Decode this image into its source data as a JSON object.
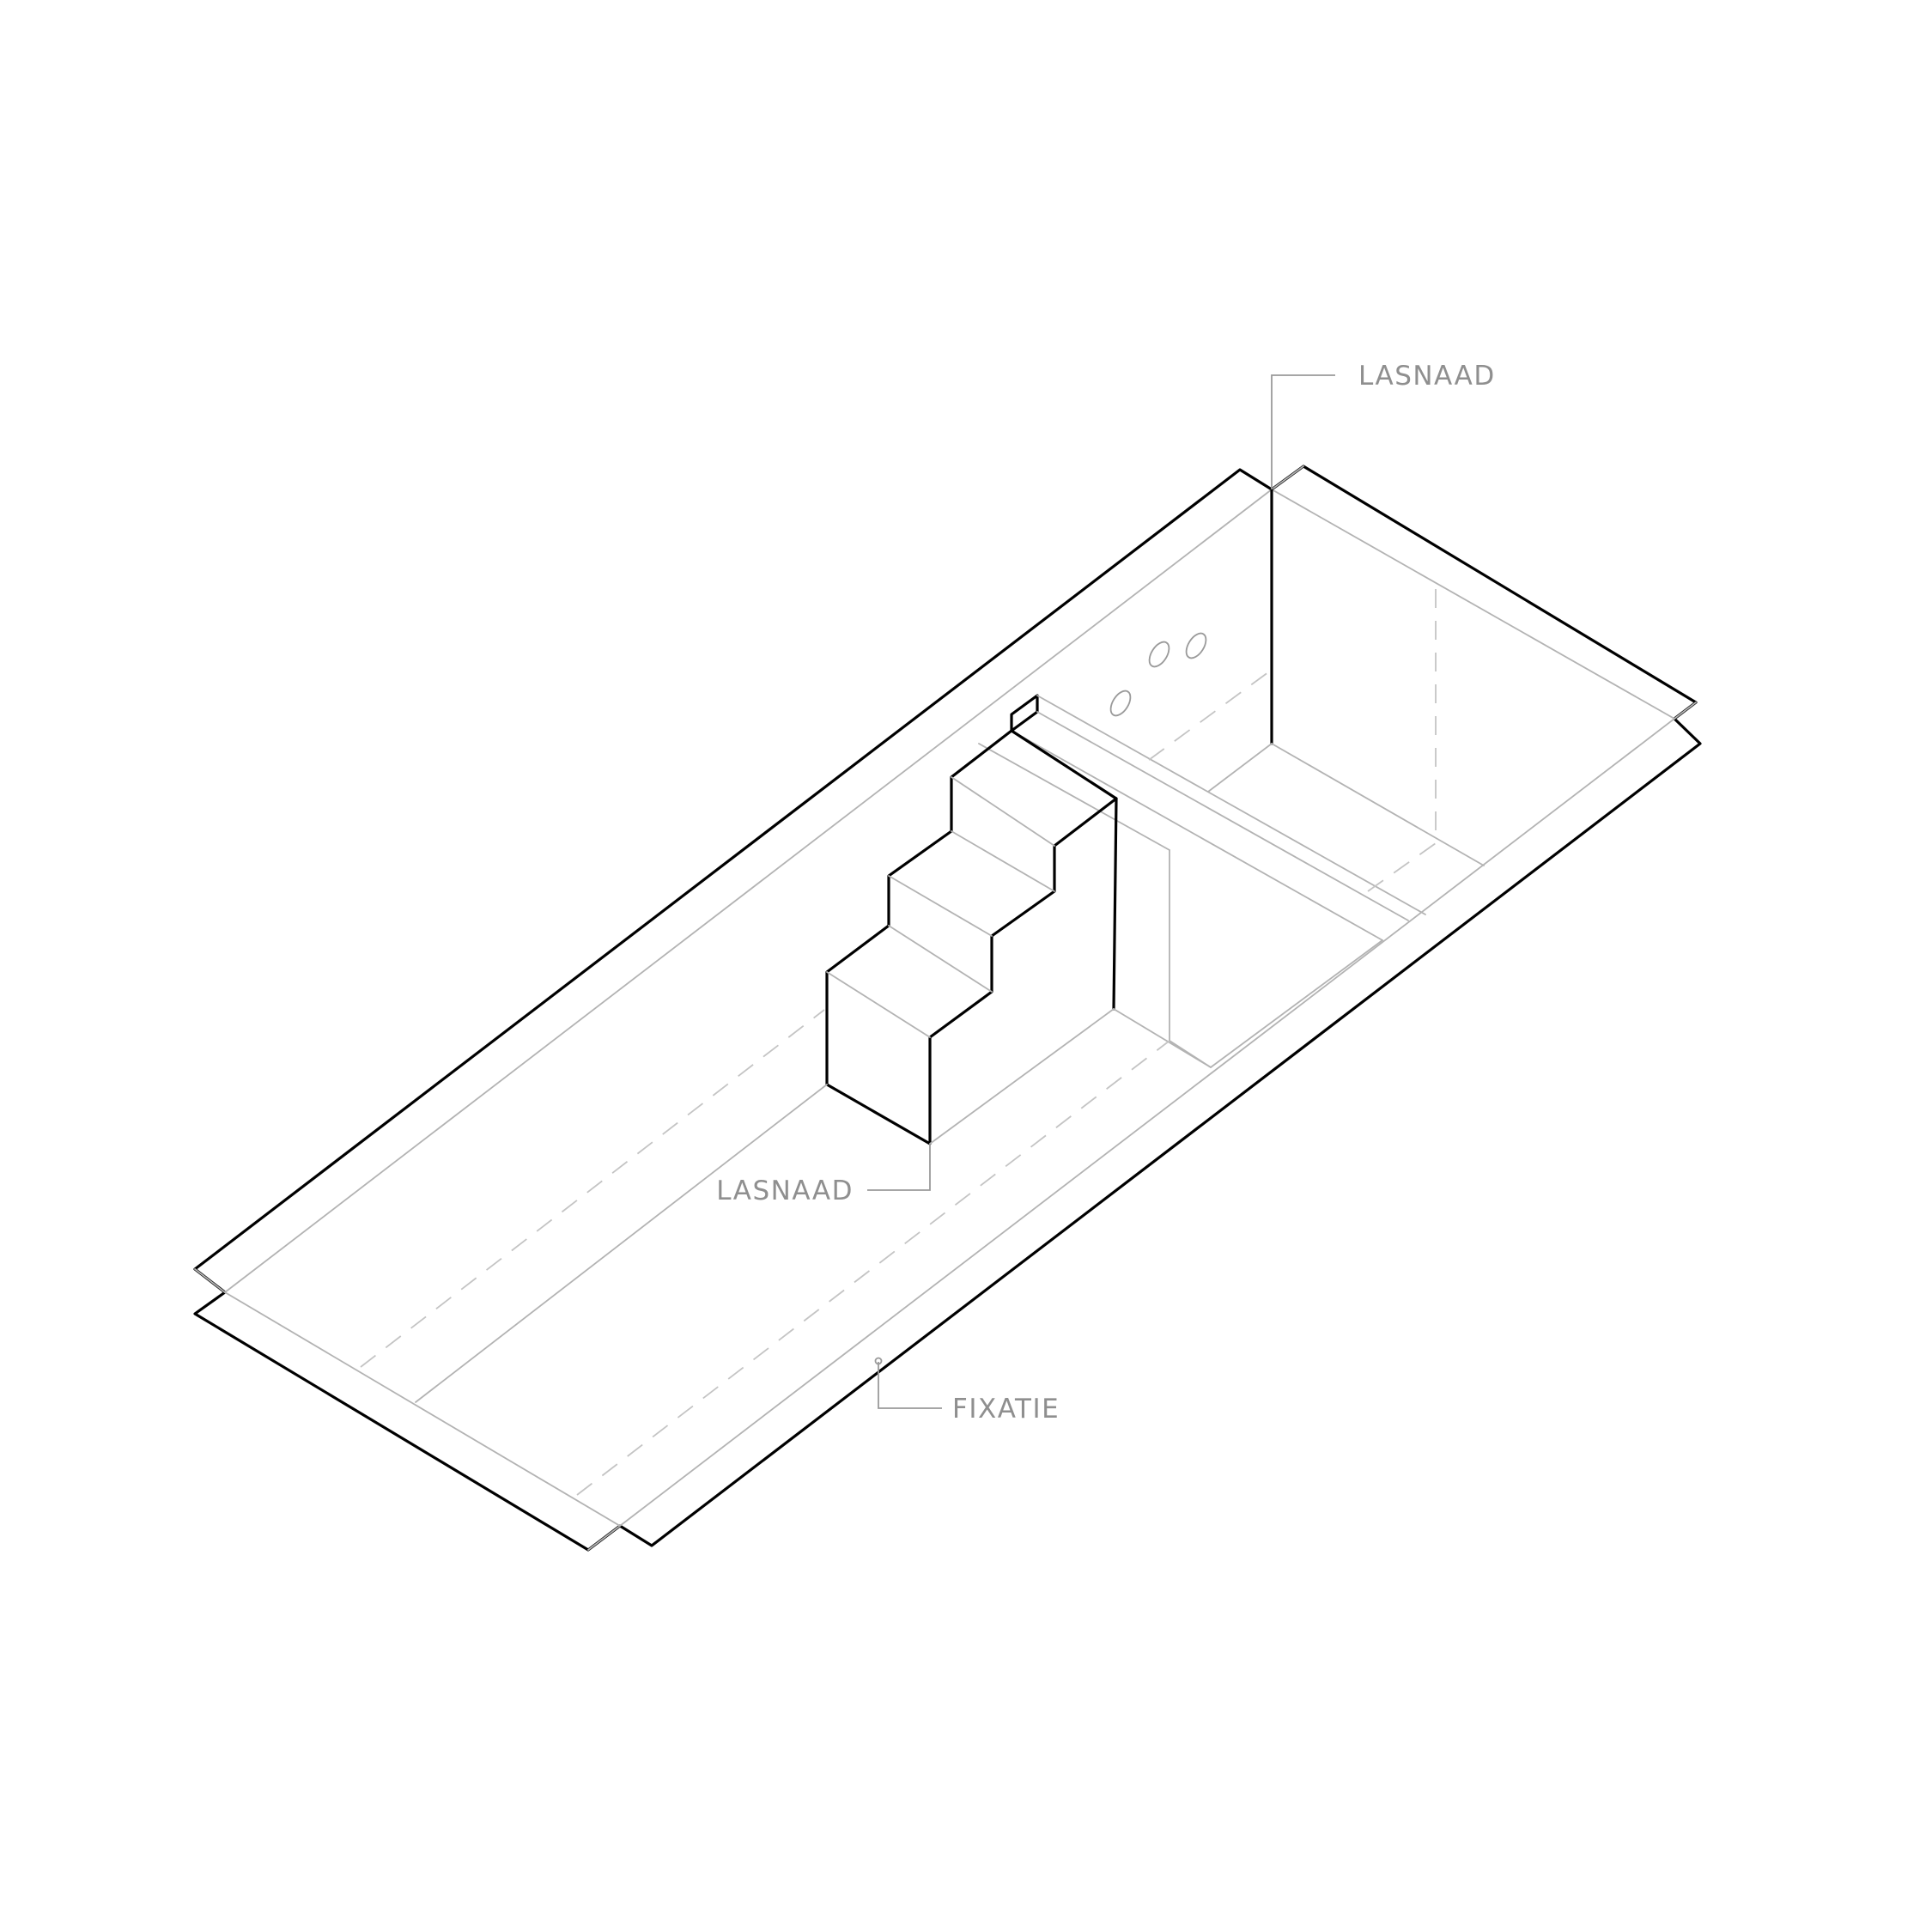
{
  "labels": {
    "top_seam": "LASNAAD",
    "stair_seam": "LASNAAD",
    "fixation": "FIXATIE"
  },
  "colors": {
    "outline": "#000000",
    "thin_line": "#b3b3b3",
    "dashed_line": "#c4c4c4",
    "label_text": "#8f8f8f",
    "background": "#ffffff"
  }
}
